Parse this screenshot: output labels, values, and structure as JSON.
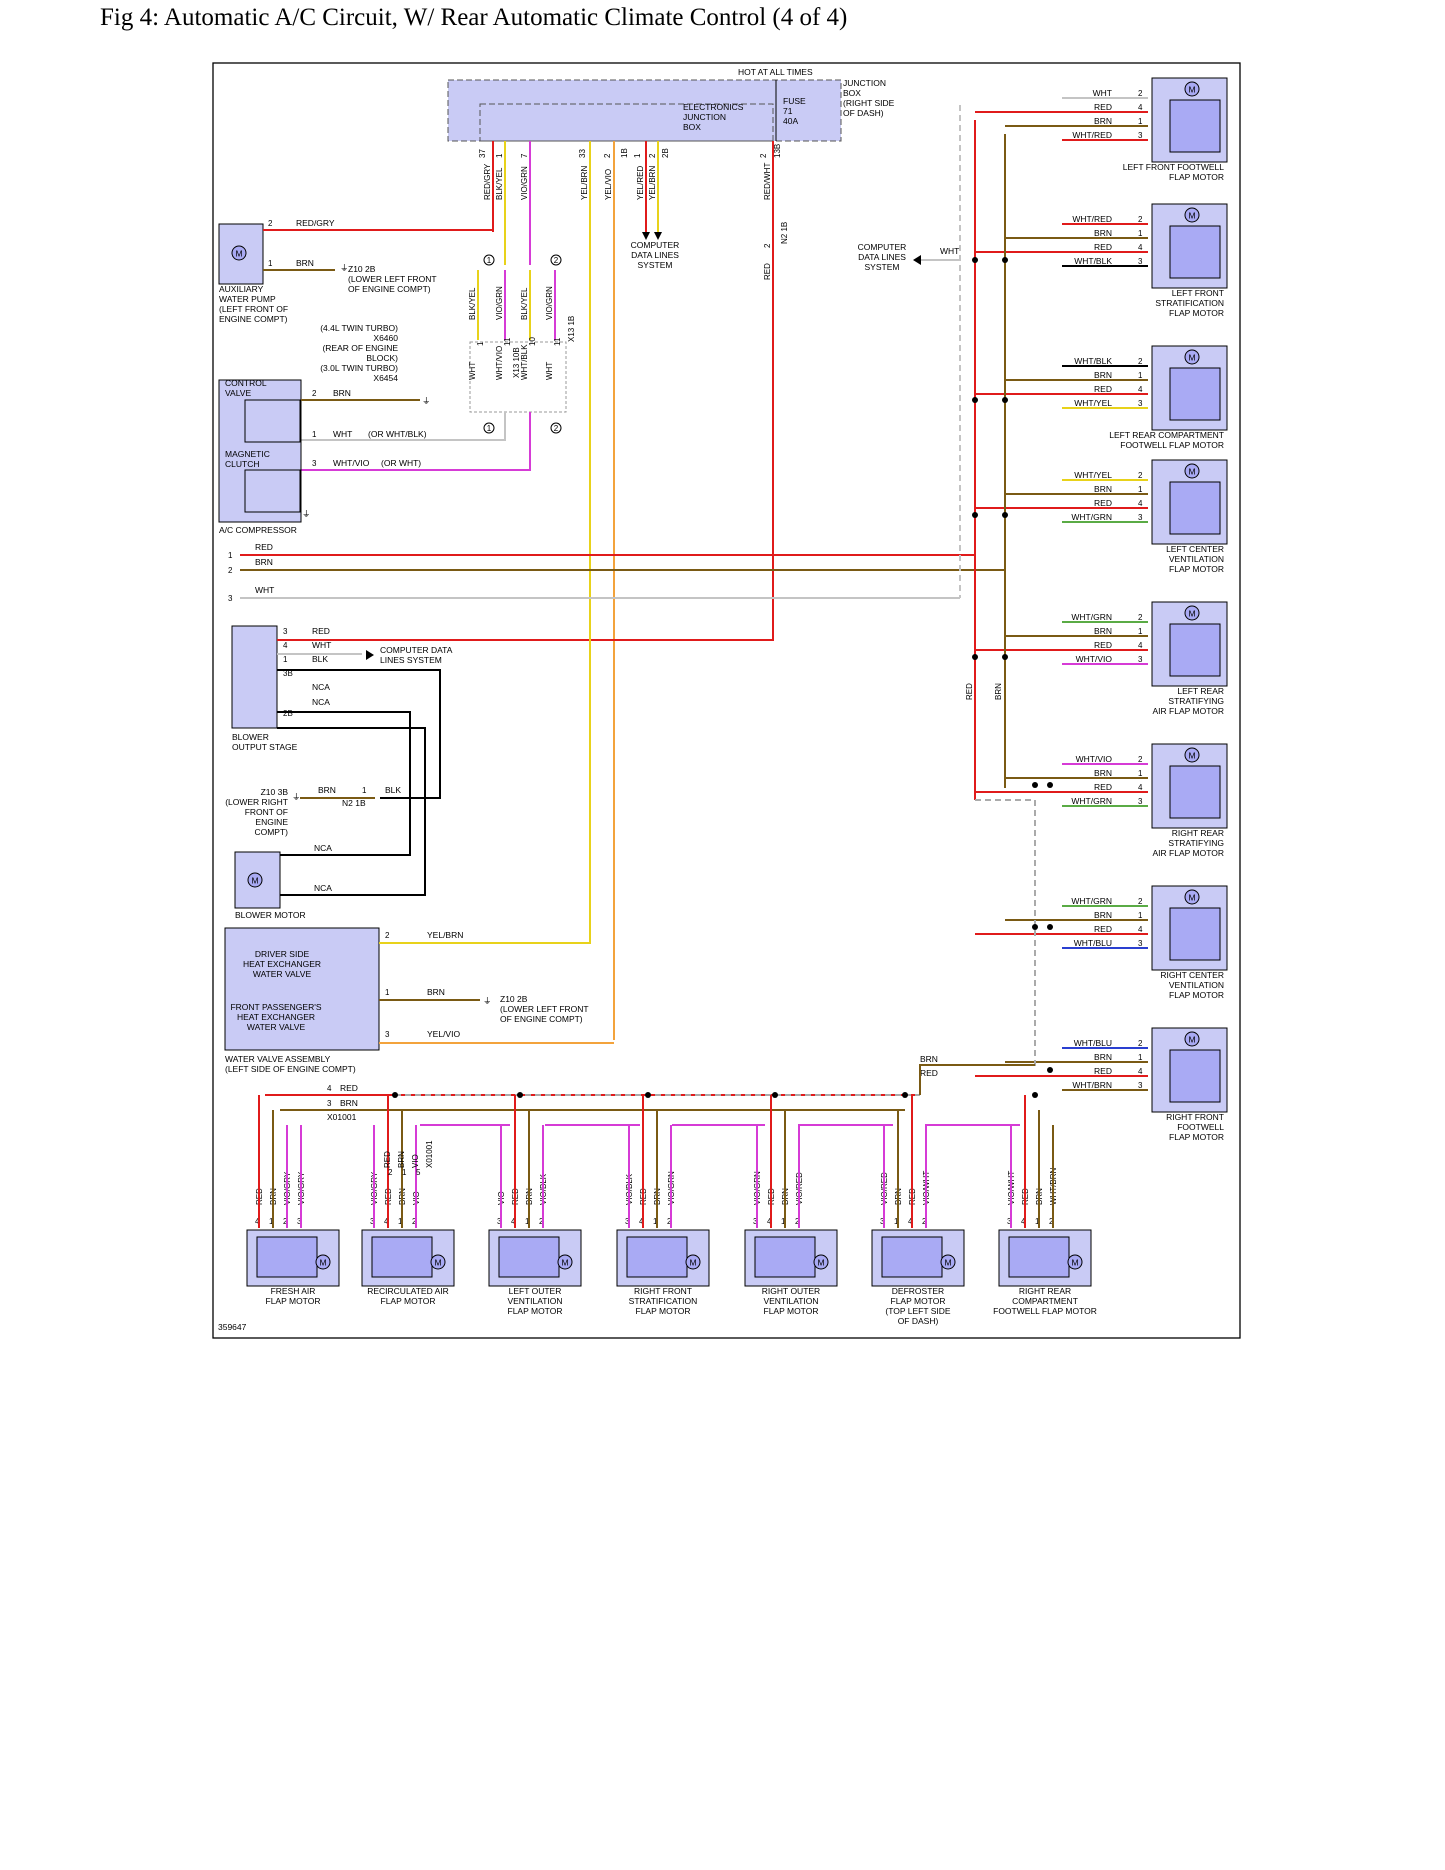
{
  "title": "Fig 4: Automatic A/C Circuit, W/ Rear Automatic Climate Control (4 of 4)",
  "figure_id": "359647",
  "colors": {
    "red": "#e01b1b",
    "brn": "#7a5a14",
    "yel": "#e8d21a",
    "vio": "#d63bd6",
    "grn": "#5aab45",
    "blu": "#2a3fd0",
    "org": "#f3a33c",
    "wht": "#c4c4c4",
    "blk": "#000000",
    "comp": "#a9aaf4"
  },
  "junction": {
    "hot": "HOT AT ALL TIMES",
    "ejb": [
      "ELECTRONICS",
      "JUNCTION",
      "BOX"
    ],
    "fuse": [
      "FUSE",
      "71",
      "40A"
    ],
    "jb": [
      "JUNCTION",
      "BOX",
      "(RIGHT SIDE",
      "OF DASH)"
    ],
    "pins": [
      "37",
      "1",
      "7",
      "33",
      "2",
      "1B",
      "1",
      "2",
      "2B",
      "2",
      "13B"
    ],
    "wires": [
      "RED/GRY",
      "BLK/YEL",
      "VIO/GRN",
      "YEL/BRN",
      "YEL/VIO",
      "YEL/RED",
      "YEL/BRN",
      "RED/WHT"
    ],
    "cdl": [
      "COMPUTER",
      "DATA LINES",
      "SYSTEM"
    ],
    "n2": "N2 1B",
    "n2pin": "2",
    "red": "RED"
  },
  "left": {
    "aux": [
      "AUXILIARY",
      "WATER PUMP",
      "(LEFT FRONT OF",
      "ENGINE COMPT)"
    ],
    "aux_w1": "RED/GRY",
    "aux_w2": "BRN",
    "aux_p1": "2",
    "aux_p2": "1",
    "z10": [
      "Z10 2B",
      "(LOWER LEFT FRONT",
      "OF ENGINE COMPT)"
    ],
    "conn_text": [
      "(4.4L TWIN TURBO)",
      "X6460",
      "(REAR OF ENGINE",
      "BLOCK)",
      "(3.0L TWIN TURBO)",
      "X6454"
    ],
    "mid_wires_top": [
      "BLK/YEL",
      "VIO/GRN",
      "BLK/YEL",
      "VIO/GRN"
    ],
    "mid_wires_bot": [
      "WHT",
      "WHT/VIO",
      "WHT/BLK",
      "WHT"
    ],
    "mid_pins": [
      "1",
      "11",
      "10",
      "11"
    ],
    "mid_conn": [
      "X13 10B",
      "X13 1B"
    ],
    "circles": [
      "1",
      "2",
      "1",
      "2"
    ],
    "comp_cv": [
      "CONTROL",
      "VALVE"
    ],
    "comp_mc": [
      "MAGNETIC",
      "CLUTCH"
    ],
    "comp_label": "A/C COMPRESSOR",
    "comp_w": [
      "BRN",
      "WHT",
      "WHT/VIO"
    ],
    "comp_p": [
      "2",
      "1",
      "3"
    ],
    "comp_alt": [
      "(OR WHT/BLK)",
      "(OR WHT)"
    ],
    "bus_w": [
      "RED",
      "BRN",
      "WHT"
    ],
    "bus_p": [
      "1",
      "2",
      "3"
    ],
    "blower_stage": [
      "BLOWER",
      "OUTPUT STAGE"
    ],
    "bs_pins": [
      "3",
      "4",
      "1",
      "3B",
      "2B"
    ],
    "bs_w": [
      "RED",
      "WHT",
      "BLK",
      "NCA",
      "NCA"
    ],
    "bs_cdl": [
      "COMPUTER DATA",
      "LINES SYSTEM"
    ],
    "z10b": [
      "Z10 3B",
      "(LOWER RIGHT",
      "FRONT OF",
      "ENGINE",
      "COMPT)"
    ],
    "z10b_w": [
      "BRN",
      "BLK"
    ],
    "n2b": "N2 1B",
    "n2b_pin": "1",
    "blower_motor": "BLOWER MOTOR",
    "bm_w": [
      "NCA",
      "NCA"
    ],
    "wva": [
      "DRIVER SIDE",
      "HEAT EXCHANGER",
      "WATER VALVE",
      "FRONT PASSENGER'S",
      "HEAT EXCHANGER",
      "WATER VALVE"
    ],
    "wva_label": [
      "WATER VALVE ASSEMBLY",
      "(LEFT SIDE OF ENGINE COMPT)"
    ],
    "wva_w": [
      "YEL/BRN",
      "BRN",
      "YEL/VIO"
    ],
    "wva_p": [
      "2",
      "1",
      "3"
    ],
    "z10c": [
      "Z10 2B",
      "(LOWER LEFT FRONT",
      "OF ENGINE COMPT)"
    ]
  },
  "right_motors": [
    {
      "label": [
        "LEFT FRONT FOOTWELL",
        "FLAP MOTOR"
      ],
      "wires": [
        "WHT",
        "RED",
        "BRN",
        "WHT/RED"
      ],
      "pins": [
        "2",
        "4",
        "1",
        "3"
      ]
    },
    {
      "label": [
        "LEFT FRONT",
        "STRATIFICATION",
        "FLAP MOTOR"
      ],
      "wires": [
        "WHT/RED",
        "BRN",
        "RED",
        "WHT/BLK"
      ],
      "pins": [
        "2",
        "1",
        "4",
        "3"
      ]
    },
    {
      "label": [
        "LEFT REAR COMPARTMENT",
        "FOOTWELL FLAP MOTOR"
      ],
      "wires": [
        "WHT/BLK",
        "BRN",
        "RED",
        "WHT/YEL"
      ],
      "pins": [
        "2",
        "1",
        "4",
        "3"
      ]
    },
    {
      "label": [
        "LEFT CENTER",
        "VENTILATION",
        "FLAP MOTOR"
      ],
      "wires": [
        "WHT/YEL",
        "BRN",
        "RED",
        "WHT/GRN"
      ],
      "pins": [
        "2",
        "1",
        "4",
        "3"
      ]
    },
    {
      "label": [
        "LEFT REAR",
        "STRATIFYING",
        "AIR FLAP MOTOR"
      ],
      "wires": [
        "WHT/GRN",
        "BRN",
        "RED",
        "WHT/VIO"
      ],
      "pins": [
        "2",
        "1",
        "4",
        "3"
      ]
    },
    {
      "label": [
        "RIGHT REAR",
        "STRATIFYING",
        "AIR FLAP MOTOR"
      ],
      "wires": [
        "WHT/VIO",
        "BRN",
        "RED",
        "WHT/GRN"
      ],
      "pins": [
        "2",
        "1",
        "4",
        "3"
      ]
    },
    {
      "label": [
        "RIGHT CENTER",
        "VENTILATION",
        "FLAP MOTOR"
      ],
      "wires": [
        "WHT/GRN",
        "BRN",
        "RED",
        "WHT/BLU"
      ],
      "pins": [
        "2",
        "1",
        "4",
        "3"
      ]
    },
    {
      "label": [
        "RIGHT FRONT",
        "FOOTWELL",
        "FLAP MOTOR"
      ],
      "wires": [
        "WHT/BLU",
        "BRN",
        "RED",
        "WHT/BRN"
      ],
      "pins": [
        "2",
        "1",
        "4",
        "3"
      ]
    }
  ],
  "right_misc": {
    "cdl": [
      "COMPUTER",
      "DATA LINES",
      "SYSTEM"
    ],
    "cdl_w": "WHT",
    "vert": [
      "RED",
      "BRN"
    ],
    "bot": [
      "BRN",
      "RED"
    ]
  },
  "bottom_bus": {
    "w": [
      "RED",
      "BRN"
    ],
    "p": [
      "4",
      "3"
    ],
    "conn": "X01001"
  },
  "bottom_motors": [
    {
      "label": [
        "FRESH AIR",
        "FLAP MOTOR"
      ],
      "wires": [
        "RED",
        "BRN",
        "VIO/GRY"
      ],
      "pins": [
        "4",
        "1",
        "2",
        "3"
      ]
    },
    {
      "label": [
        "RECIRCULATED AIR",
        "FLAP MOTOR"
      ],
      "wires": [
        "VIO/GRY",
        "RED",
        "BRN",
        "VIO"
      ],
      "pins": [
        "3",
        "4",
        "1",
        "2"
      ],
      "conn": [
        "RED",
        "BRN",
        "VIO",
        "X01001"
      ],
      "conn_p": [
        "2",
        "1",
        "5"
      ]
    },
    {
      "label": [
        "LEFT OUTER",
        "VENTILATION",
        "FLAP MOTOR"
      ],
      "wires": [
        "VIO",
        "RED",
        "BRN",
        "VIO/BLK"
      ],
      "pins": [
        "3",
        "4",
        "1",
        "2"
      ]
    },
    {
      "label": [
        "RIGHT FRONT",
        "STRATIFICATION",
        "FLAP MOTOR"
      ],
      "wires": [
        "VIO/BLK",
        "RED",
        "BRN",
        "VIO/GRN"
      ],
      "pins": [
        "3",
        "4",
        "1",
        "2"
      ]
    },
    {
      "label": [
        "RIGHT OUTER",
        "VENTILATION",
        "FLAP MOTOR"
      ],
      "wires": [
        "VIO/GRN",
        "RED",
        "BRN",
        "VIO/RED"
      ],
      "pins": [
        "3",
        "4",
        "1",
        "2"
      ]
    },
    {
      "label": [
        "DEFROSTER",
        "FLAP MOTOR",
        "(TOP LEFT SIDE",
        "OF DASH)"
      ],
      "wires": [
        "VIO/RED",
        "BRN",
        "RED",
        "VIO/WHT"
      ],
      "pins": [
        "3",
        "1",
        "4",
        "2"
      ]
    },
    {
      "label": [
        "RIGHT REAR",
        "COMPARTMENT",
        "FOOTWELL FLAP MOTOR"
      ],
      "wires": [
        "VIO/WHT",
        "RED",
        "BRN",
        "WHT/BRN"
      ],
      "pins": [
        "3",
        "4",
        "1",
        "2"
      ]
    }
  ]
}
